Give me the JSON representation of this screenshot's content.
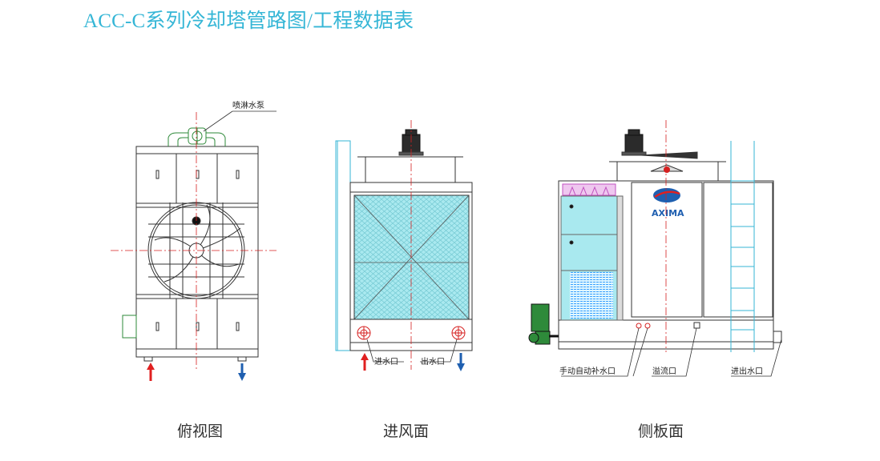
{
  "page": {
    "title": "ACC-C系列冷却塔管路图/工程数据表"
  },
  "views": {
    "top": {
      "label": "俯视图",
      "pump_label": "喷淋水泵"
    },
    "air_inlet": {
      "label": "进风面",
      "water_in_label": "进水口",
      "water_out_label": "出水口"
    },
    "side": {
      "label": "侧板面",
      "brand": "AXIMA",
      "makeup_label": "手动自动补水口",
      "overflow_label": "溢流口",
      "inout_label": "进出水口"
    }
  },
  "colors": {
    "title": "#35b6d6",
    "fill_media": "#a9e9ef",
    "outline": "#333333",
    "centerline": "#d62020",
    "arrow_in": "#e02020",
    "arrow_out": "#1f5fb0",
    "pump_green": "#2e8a3a",
    "nozzle_magenta": "#c050c0"
  }
}
